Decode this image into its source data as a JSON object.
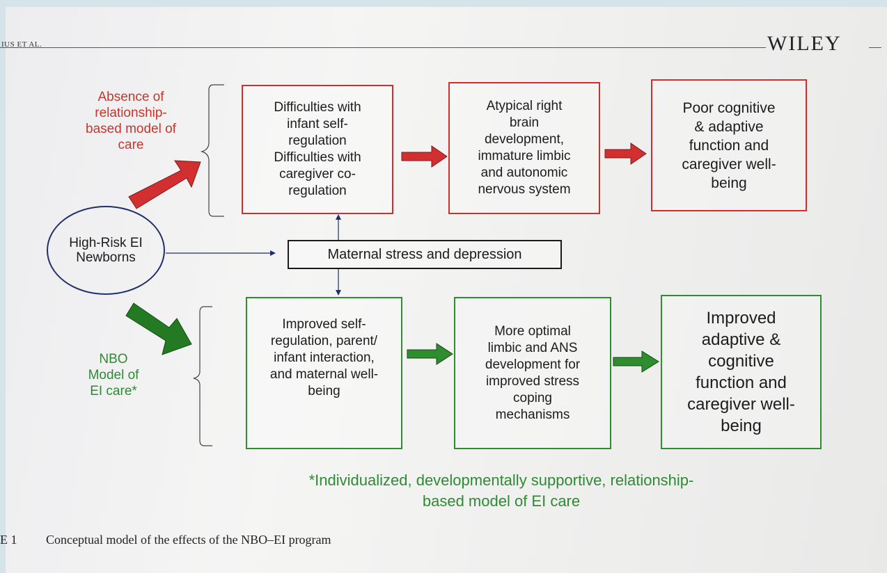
{
  "header": {
    "running_head": "IUS ET AL.",
    "publisher": "WILEY"
  },
  "labels": {
    "absence": "Absence of\nrelationship-\nbased model of\ncare",
    "nbo_model": "NBO\nModel of\nEI care*"
  },
  "start_node": "High-Risk EI\nNewborns",
  "mediator": "Maternal stress and depression",
  "red_path": [
    "Difficulties with\ninfant self-\nregulation\nDifficulties with\ncaregiver co-\nregulation",
    "Atypical right\nbrain\ndevelopment,\nimmature limbic\nand autonomic\nnervous system",
    "Poor cognitive\n& adaptive\nfunction and\ncaregiver well-\nbeing"
  ],
  "green_path": [
    "Improved self-\nregulation, parent/\ninfant interaction,\nand maternal well-\nbeing",
    "More optimal\nlimbic and ANS\ndevelopment for\nimproved stress\ncoping\nmechanisms",
    "Improved\nadaptive &\ncognitive\nfunction and\ncaregiver well-\nbeing"
  ],
  "footnote": "*Individualized, developmentally supportive, relationship-\nbased model of EI care",
  "caption": {
    "number": "E 1",
    "text": "Conceptual model of the effects of the NBO–EI program"
  },
  "colors": {
    "red": "#d02d2d",
    "green": "#2f8d2f",
    "dark_green": "#237a23",
    "navy": "#1f2f6b"
  }
}
